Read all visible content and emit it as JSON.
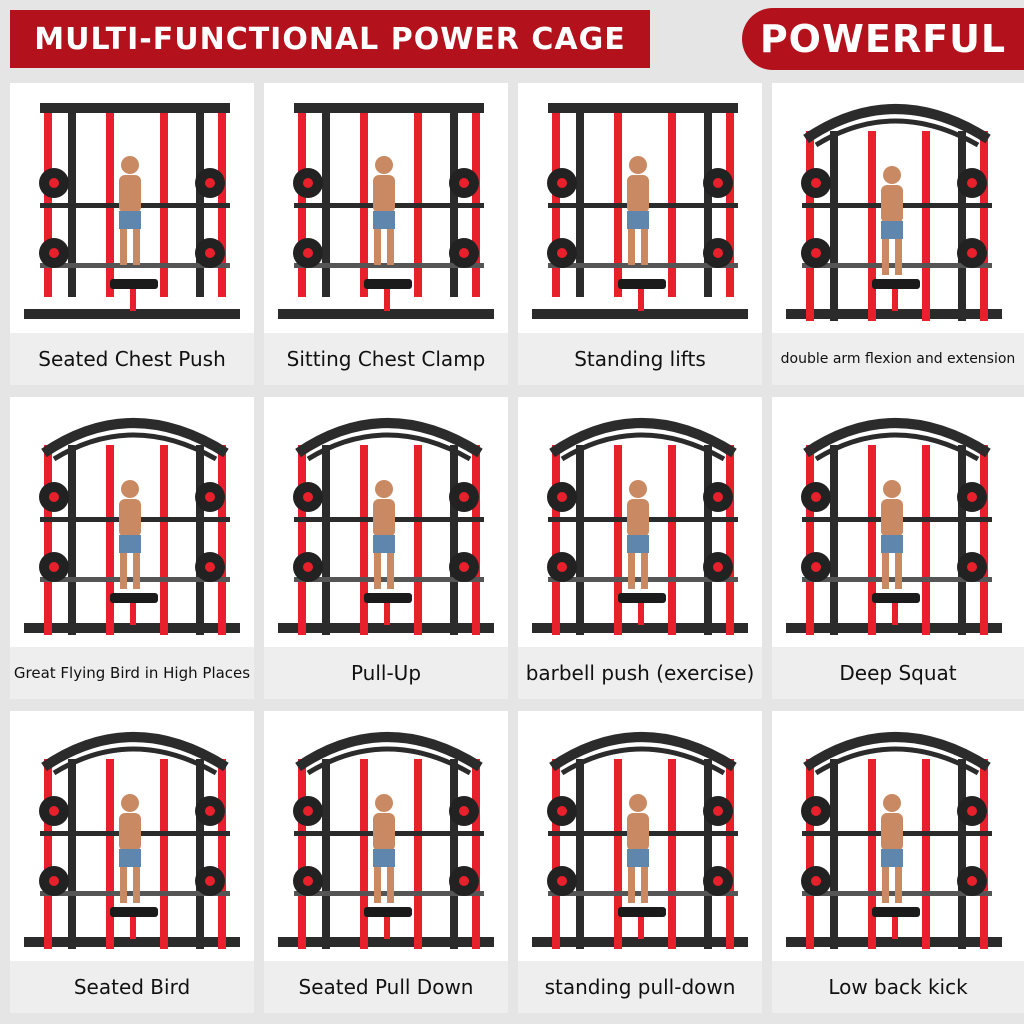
{
  "header": {
    "title": "MULTI-FUNCTIONAL POWER CAGE",
    "badge": "POWERFUL"
  },
  "colors": {
    "brand_red": "#b3121c",
    "frame_red": "#e8202b",
    "frame_dark": "#2b2b2b"
  },
  "exercises": [
    {
      "label": "Seated Chest Push",
      "icon": "power-cage-seated-chest-push"
    },
    {
      "label": "Sitting Chest Clamp",
      "icon": "power-cage-sitting-chest-clamp"
    },
    {
      "label": "Standing lifts",
      "icon": "power-cage-standing-lifts"
    },
    {
      "label": "double arm flexion and extension",
      "icon": "power-cage-dips"
    },
    {
      "label": "Great Flying Bird in High Places",
      "icon": "power-cage-cable-fly"
    },
    {
      "label": "Pull-Up",
      "icon": "power-cage-pull-up"
    },
    {
      "label": "barbell push  (exercise)",
      "icon": "power-cage-barbell-press"
    },
    {
      "label": "Deep Squat",
      "icon": "power-cage-squat"
    },
    {
      "label": "Seated Bird",
      "icon": "power-cage-seated-bird"
    },
    {
      "label": "Seated Pull Down",
      "icon": "power-cage-seated-pull-down"
    },
    {
      "label": "standing pull-down",
      "icon": "power-cage-standing-pull-down"
    },
    {
      "label": "Low back kick",
      "icon": "power-cage-kickback"
    }
  ]
}
